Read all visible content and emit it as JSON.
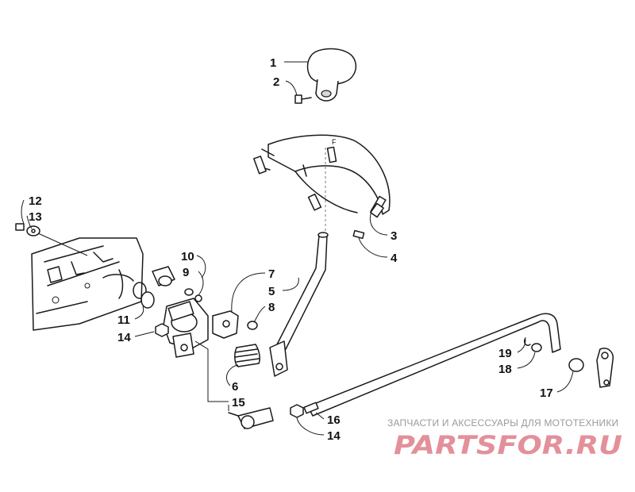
{
  "callouts": [
    "1",
    "2",
    "3",
    "4",
    "5",
    "6",
    "7",
    "8",
    "9",
    "10",
    "11",
    "12",
    "13",
    "14",
    "14",
    "15",
    "16",
    "17",
    "18",
    "19"
  ],
  "watermark": {
    "tagline": "ЗАПЧАСТИ И АКСЕССУАРЫ ДЛЯ МОТОТЕХНИКИ",
    "logo_text": "PARTSFOR.RU",
    "logo_color": "#e3909a"
  }
}
